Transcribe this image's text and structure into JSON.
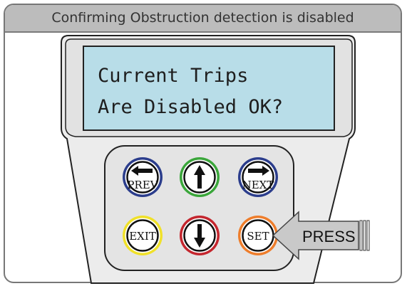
{
  "header": {
    "title": "Confirming Obstruction detection is disabled"
  },
  "display": {
    "line1": "Current Trips",
    "line2": "Are Disabled OK?"
  },
  "keypad": {
    "buttons": [
      {
        "id": "prev",
        "label": "PREV",
        "icon": "arrow-left-icon",
        "ring_color": "#2b3d8c"
      },
      {
        "id": "up",
        "label": "",
        "icon": "arrow-up-icon",
        "ring_color": "#3aa63a"
      },
      {
        "id": "next",
        "label": "NEXT",
        "icon": "arrow-right-icon",
        "ring_color": "#2b3d8c"
      },
      {
        "id": "exit",
        "label": "EXIT",
        "icon": "",
        "ring_color": "#f0e12a"
      },
      {
        "id": "down",
        "label": "",
        "icon": "arrow-down-icon",
        "ring_color": "#c4262e"
      },
      {
        "id": "set",
        "label": "SET",
        "icon": "",
        "ring_color": "#ee7d2b"
      }
    ]
  },
  "callout": {
    "text": "PRESS"
  },
  "colors": {
    "screen": "#b8dde8",
    "title_bar": "#bcbcbc",
    "device_body": "#ececec"
  }
}
